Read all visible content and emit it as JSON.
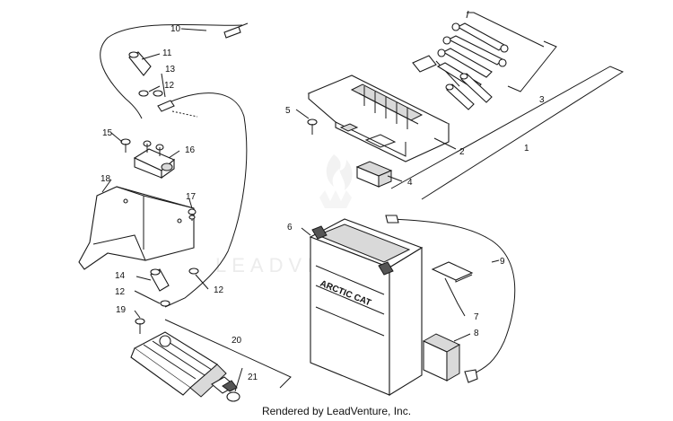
{
  "footer": {
    "text": "Rendered by LeadVenture, Inc."
  },
  "watermark": {
    "text": "LEADVENTURE"
  },
  "battery": {
    "brand": "ARCTIC CAT"
  },
  "callouts": [
    {
      "id": "c1",
      "label": "1"
    },
    {
      "id": "c2",
      "label": "2"
    },
    {
      "id": "c3",
      "label": "3"
    },
    {
      "id": "c4",
      "label": "4"
    },
    {
      "id": "c5",
      "label": "5"
    },
    {
      "id": "c6",
      "label": "6"
    },
    {
      "id": "c7",
      "label": "7"
    },
    {
      "id": "c8",
      "label": "8"
    },
    {
      "id": "c9",
      "label": "9"
    },
    {
      "id": "c10",
      "label": "10"
    },
    {
      "id": "c11",
      "label": "11"
    },
    {
      "id": "c12a",
      "label": "12"
    },
    {
      "id": "c12b",
      "label": "12"
    },
    {
      "id": "c12c",
      "label": "12"
    },
    {
      "id": "c13",
      "label": "13"
    },
    {
      "id": "c14",
      "label": "14"
    },
    {
      "id": "c15",
      "label": "15"
    },
    {
      "id": "c16",
      "label": "16"
    },
    {
      "id": "c17",
      "label": "17"
    },
    {
      "id": "c18",
      "label": "18"
    },
    {
      "id": "c19",
      "label": "19"
    },
    {
      "id": "c20",
      "label": "20"
    },
    {
      "id": "c21",
      "label": "21"
    }
  ],
  "colors": {
    "line": "#1a1a1a",
    "shade": "#d9d9d9",
    "watermark": "#ececec"
  }
}
